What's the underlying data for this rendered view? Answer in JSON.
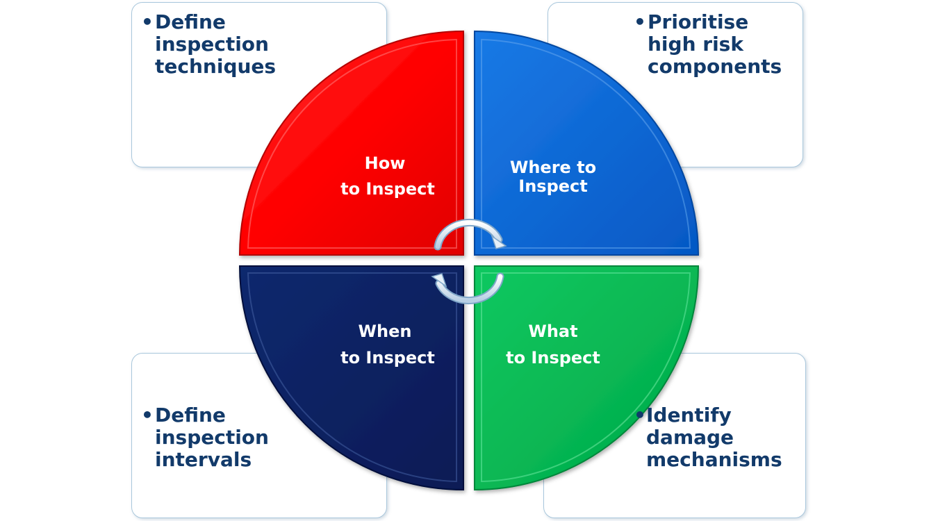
{
  "cards": {
    "top_left": {
      "bullet": "•",
      "text": "Define\ninspection\ntechniques"
    },
    "top_right": {
      "bullet": "•",
      "text": "Prioritise\nhigh risk\ncomponents"
    },
    "bottom_left": {
      "bullet": "•",
      "text": "Define\ninspection\nintervals"
    },
    "bottom_right": {
      "bullet": "•",
      "text": "Identify\ndamage\nmechanisms"
    }
  },
  "quadrants": {
    "how": {
      "line1": "How",
      "line2": "to Inspect",
      "color": "#ff0000"
    },
    "where": {
      "line1": "Where to",
      "line2": "Inspect",
      "color": "#0a6ad8"
    },
    "when": {
      "line1": "When",
      "line2": "to Inspect",
      "color": "#0b2263"
    },
    "what": {
      "line1": "What",
      "line2": "to Inspect",
      "color": "#00b850"
    }
  },
  "icons": {
    "cycle": "circular-arrows-icon"
  }
}
